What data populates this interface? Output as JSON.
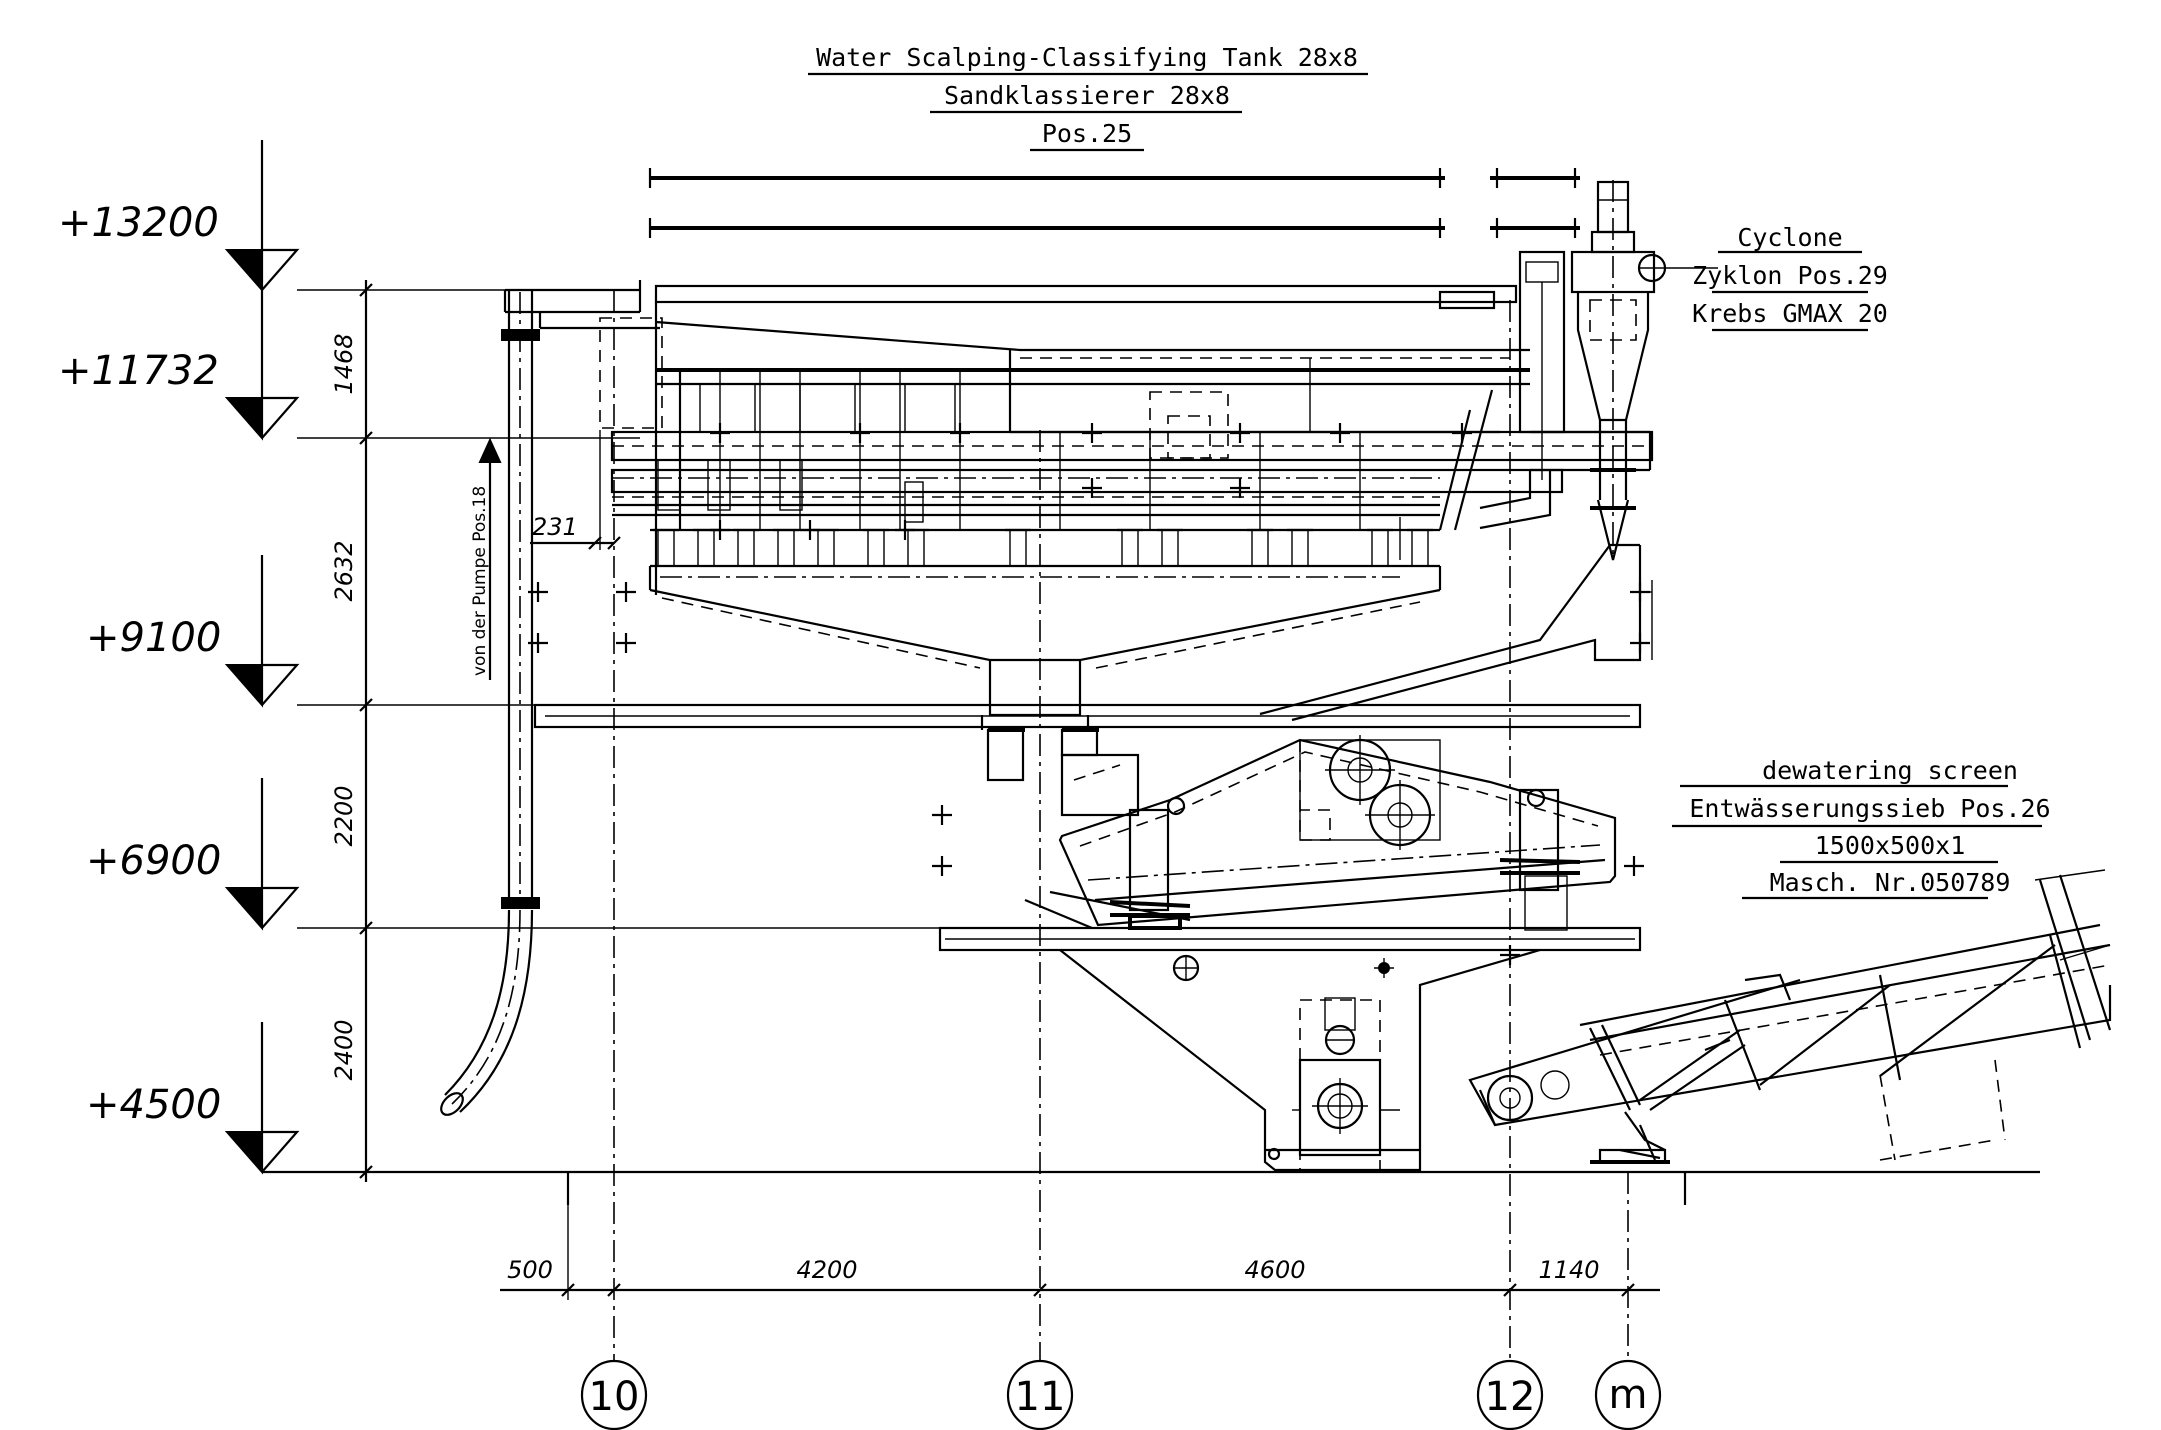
{
  "title": {
    "line1": "Water Scalping-Classifying Tank 28x8",
    "line2": "Sandklassierer 28x8",
    "line3": "Pos.25"
  },
  "cyclone": {
    "line1": "Cyclone",
    "line2": "Zyklon Pos.29",
    "line3": "Krebs GMAX 20"
  },
  "screen": {
    "line1": "dewatering screen",
    "line2": "Entwässerungssieb Pos.26",
    "line3": "1500x500x1",
    "line4": "Masch. Nr.050789"
  },
  "pipe_note": "von der Pumpe Pos.18",
  "levels": [
    "+13200",
    "+11732",
    "+9100",
    "+6900",
    "+4500"
  ],
  "vertical_dims": [
    "1468",
    "2632",
    "2200",
    "2400"
  ],
  "inner_dim": "231",
  "horizontal_dims": [
    "500",
    "4200",
    "4600",
    "1140"
  ],
  "axes": [
    "10",
    "11",
    "12",
    "m"
  ]
}
